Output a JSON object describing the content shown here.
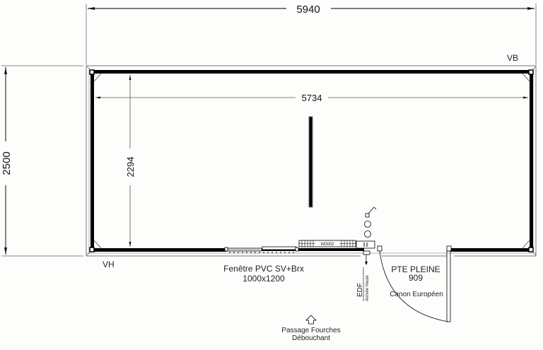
{
  "drawing": {
    "type": "floor-plan",
    "subject": "container module",
    "colors": {
      "background": "#fdfdfb",
      "wall": "#000000",
      "line": "#333333",
      "thin": "#888888"
    }
  },
  "dimensions": {
    "overall_length": "5940",
    "overall_width": "2500",
    "inner_length": "5734",
    "inner_width": "2294"
  },
  "corners": {
    "top_right": "VB",
    "bottom_left": "VH"
  },
  "window": {
    "label": "Fenêtre PVC SV+Brx",
    "size": "1000x1200"
  },
  "door": {
    "label": "PTE PLEINE",
    "number": "909",
    "lock": "Canon Européen"
  },
  "electrical": {
    "label": "EDF",
    "sub_label": "Arrivée Haute"
  },
  "forklift": {
    "line1": "Passage Fourches",
    "line2": "Débouchant"
  },
  "radiator": {
    "label": "W0002"
  }
}
